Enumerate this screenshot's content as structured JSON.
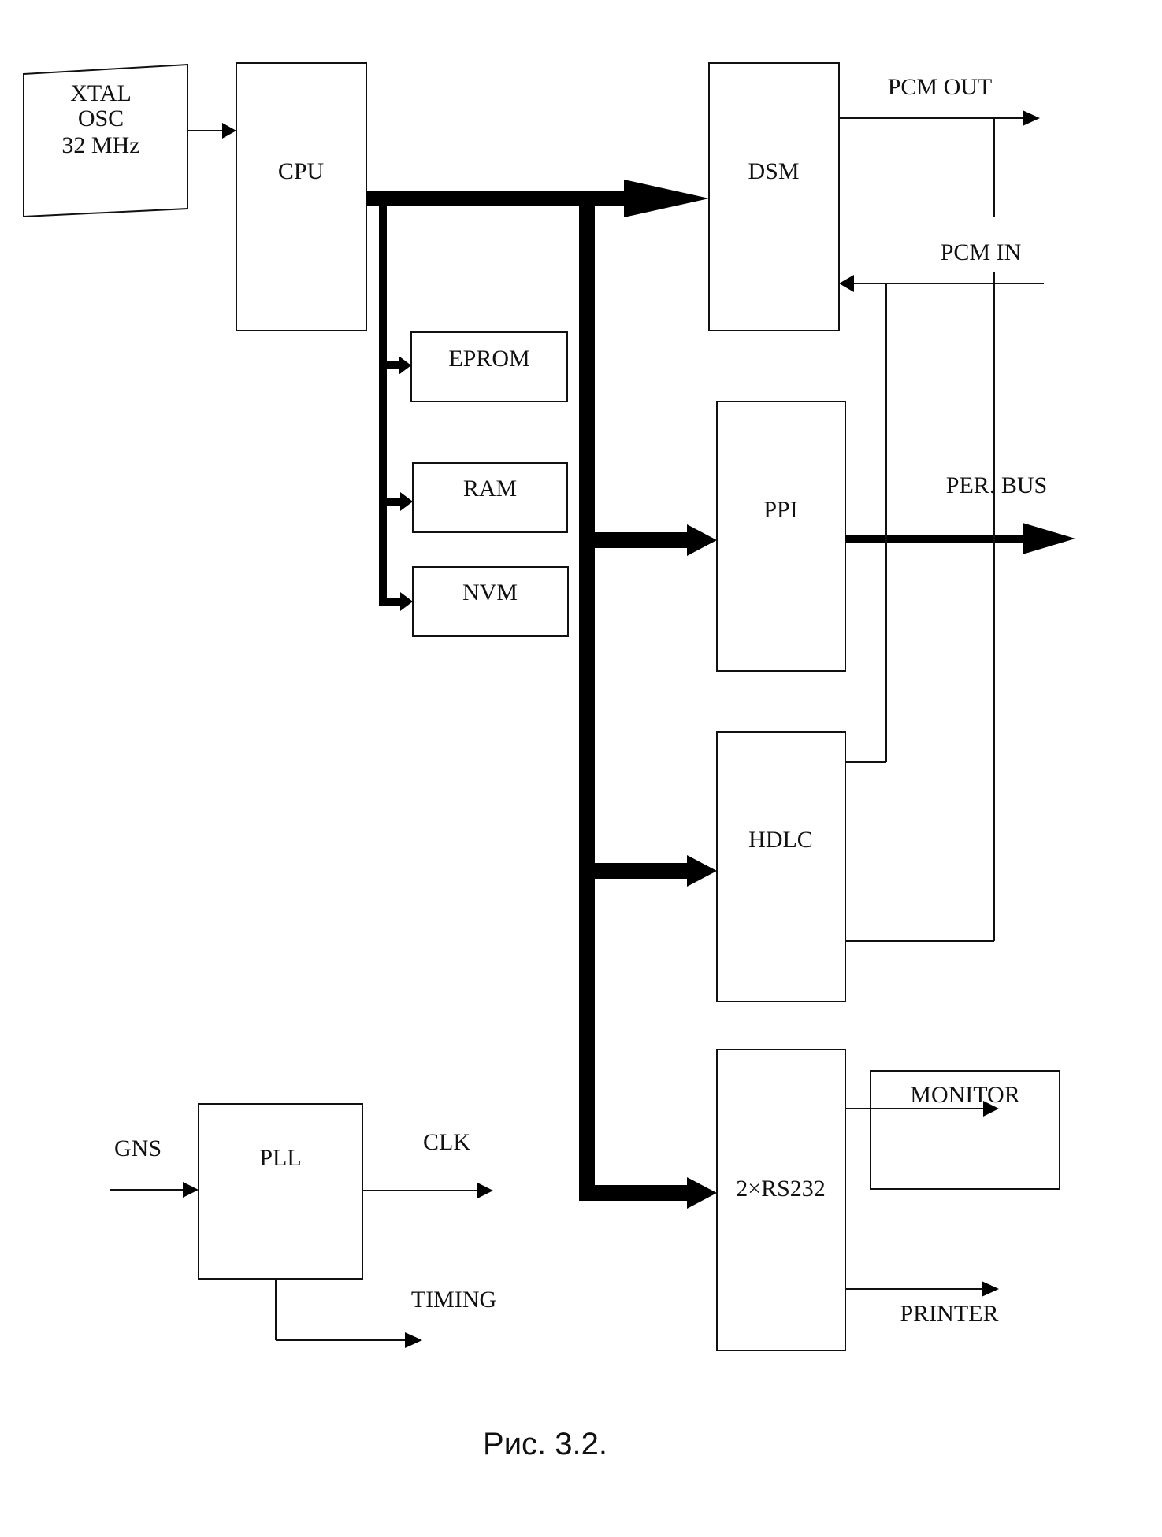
{
  "blocks": {
    "xtal": [
      "XTAL",
      "OSC",
      "32 MHz"
    ],
    "cpu": "CPU",
    "eprom": "EPROM",
    "ram": "RAM",
    "nvm": "NVM",
    "dsm": "DSM",
    "ppi": "PPI",
    "hdlc": "HDLC",
    "rs232": "2×RS232",
    "monitor": "MONITOR",
    "pll": "PLL"
  },
  "signals": {
    "pcm_out": "PCM OUT",
    "pcm_in": "PCM IN",
    "per_bus": "PER. BUS",
    "gns": "GNS",
    "clk": "CLK",
    "timing": "TIMING",
    "printer": "PRINTER"
  },
  "caption": "Рис. 3.2."
}
